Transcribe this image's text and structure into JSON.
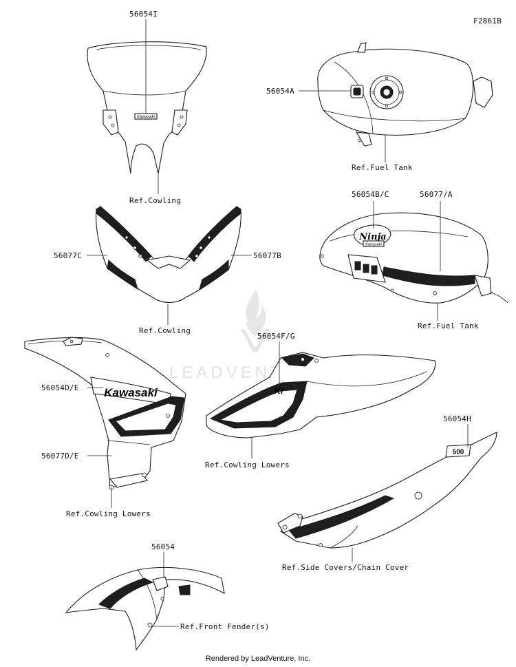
{
  "figure_code": "F2861B",
  "watermark": "LEADVENTURE",
  "footer": "Rendered by LeadVenture, Inc.",
  "labels": {
    "windshield_part": "56054I",
    "windshield_ref": "Ref.Cowling",
    "tank_top_part": "56054A",
    "tank_top_ref": "Ref.Fuel Tank",
    "cowl_left_part": "56077C",
    "cowl_right_part": "56077B",
    "upper_cowl_ref": "Ref.Cowling",
    "tank_side_part_1": "56054B/C",
    "tank_side_part_2": "56077/A",
    "tank_side_ref": "Ref.Fuel Tank",
    "lower_left_part_1": "56054D/E",
    "lower_left_part_2": "56077D/E",
    "lower_left_ref": "Ref.Cowling Lowers",
    "lower_right_part": "56054F/G",
    "lower_right_ref": "Ref.Cowling Lowers",
    "side_cover_part": "56054H",
    "side_cover_ref": "Ref.Side Covers/Chain Cover",
    "fender_part": "56054",
    "fender_ref": "Ref.Front Fender(s)"
  },
  "decals": {
    "windshield_logo": "Kawasaki",
    "tank_logo_script": "Ninja",
    "tank_logo_brand": "Kawasaki",
    "cowl_logo": "Kawasaki",
    "cowl_lower_right_logo": "KI",
    "side_cover_badge": "500"
  }
}
